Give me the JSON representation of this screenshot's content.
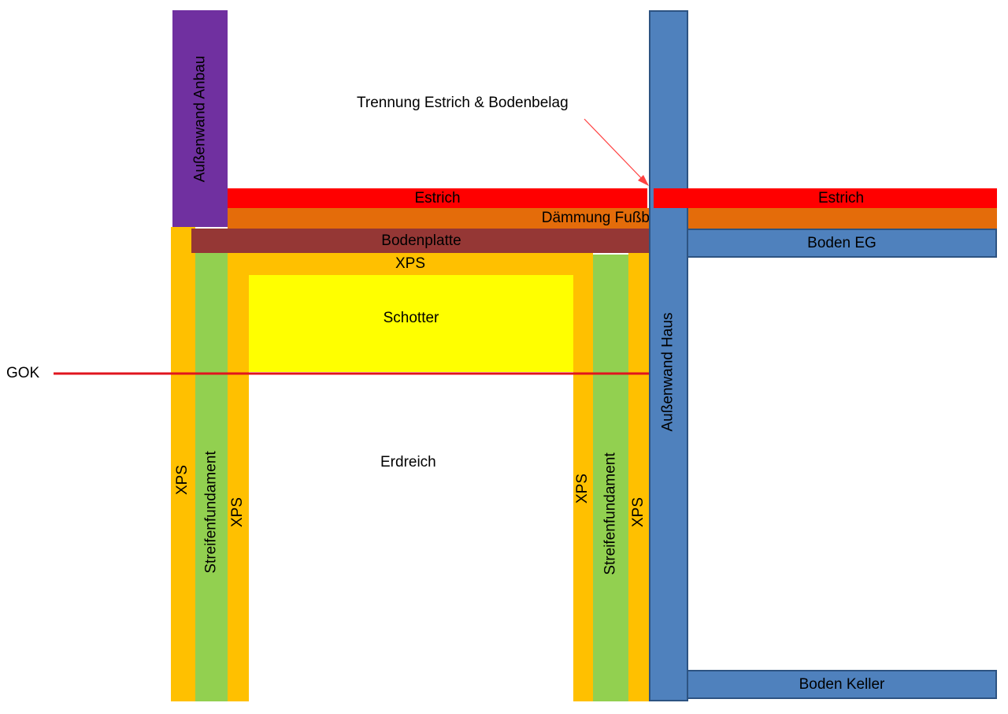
{
  "colors": {
    "purple": "#7030a0",
    "red": "#ff0000",
    "orange": "#e46c0a",
    "brown": "#953735",
    "xps": "#ffc000",
    "green": "#92d050",
    "yellow": "#ffff00",
    "blue": "#4f81bd"
  },
  "labels": {
    "aussenwand_anbau": "Außenwand Anbau",
    "trennung": "Trennung Estrich & Bodenbelag",
    "estrich_left": "Estrich",
    "estrich_right": "Estrich",
    "daemmung": "Dämmung Fußboden",
    "bodenplatte": "Bodenplatte",
    "boden_eg": "Boden EG",
    "xps_top": "XPS",
    "schotter": "Schotter",
    "gok": "GOK",
    "erdreich": "Erdreich",
    "xps_1": "XPS",
    "streifen_left": "Streifenfundament",
    "xps_2": "XPS",
    "xps_3": "XPS",
    "streifen_right": "Streifenfundament",
    "xps_4": "XPS",
    "aussenwand_haus": "Außenwand Haus",
    "boden_keller": "Boden Keller"
  }
}
